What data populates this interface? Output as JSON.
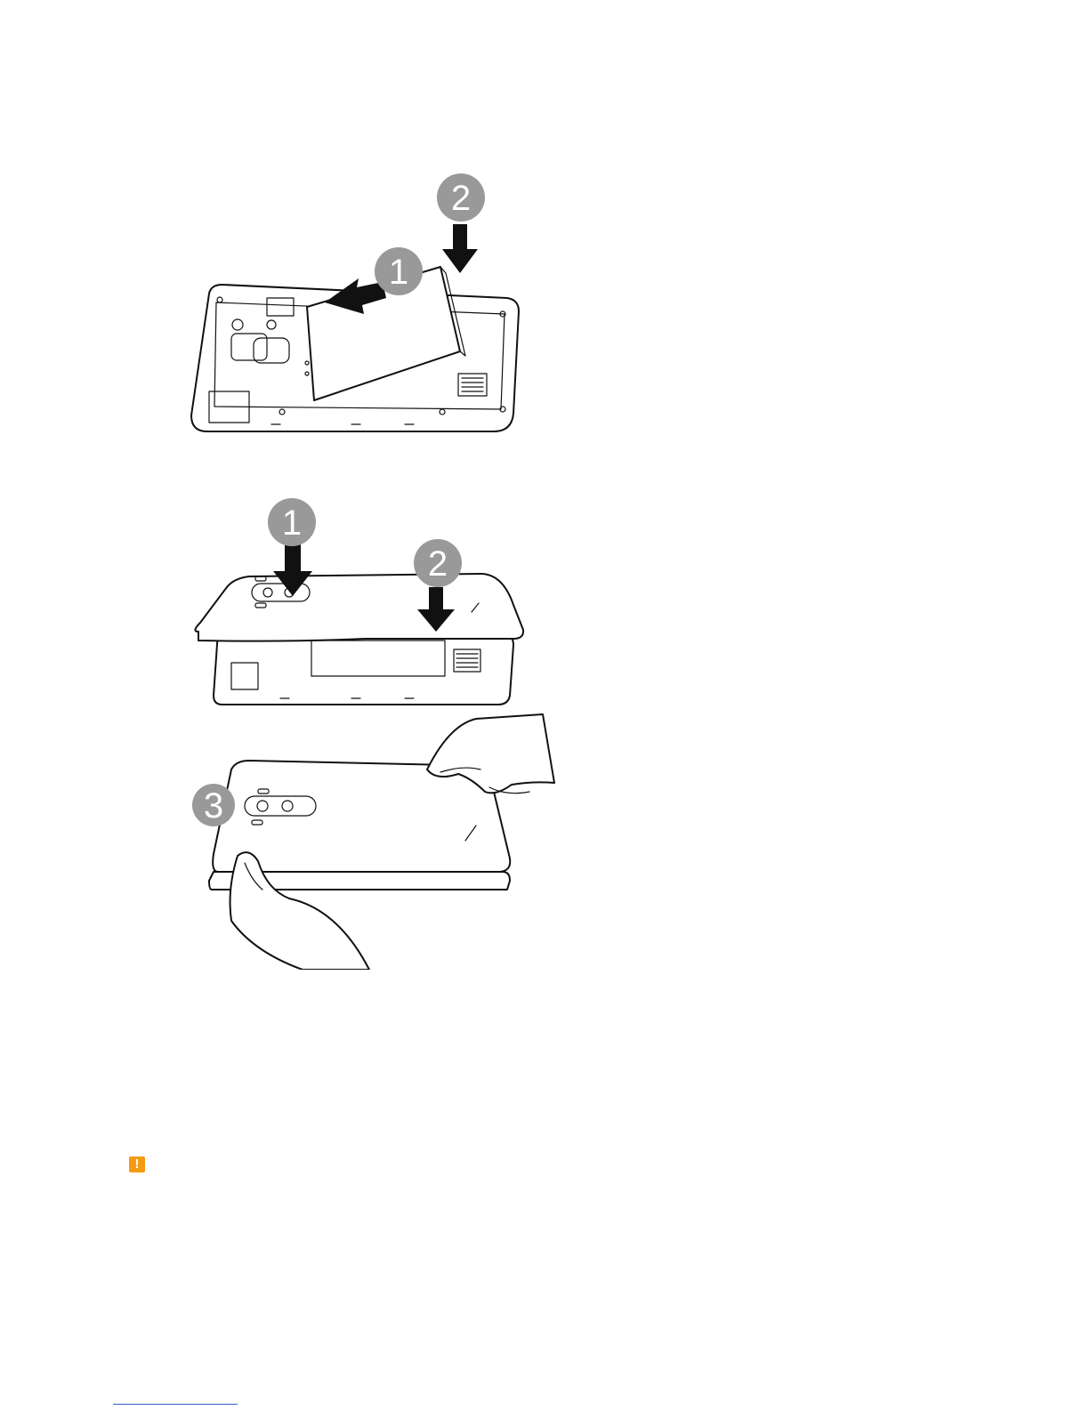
{
  "figure1": {
    "steps": [
      "1",
      "2"
    ],
    "badge_color": "#999999"
  },
  "figure2": {
    "steps": [
      "1",
      "2",
      "3"
    ],
    "badge_color": "#999999"
  },
  "warning": {
    "icon": "warning-icon",
    "glyph": "!",
    "color": "#f39c12"
  }
}
